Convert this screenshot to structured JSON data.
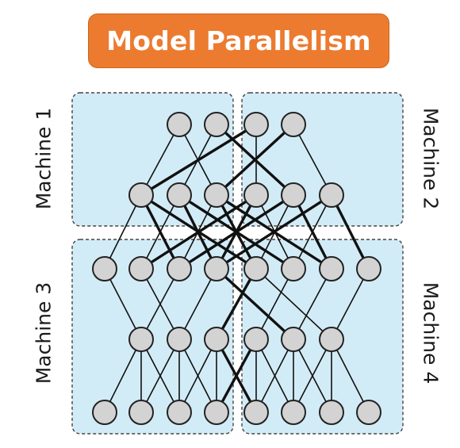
{
  "title": "Model Parallelism",
  "machines": [
    {
      "label": "Machine 1"
    },
    {
      "label": "Machine 2"
    },
    {
      "label": "Machine 3"
    },
    {
      "label": "Machine 4"
    }
  ],
  "colors": {
    "banner": "#ec7b30",
    "machine_fill": "#d2ecf7",
    "machine_border": "#444444",
    "node_fill": "#d3d3d3",
    "node_stroke": "#222222",
    "edge": "#111111"
  },
  "network": {
    "layer_node_counts": [
      4,
      6,
      8,
      6,
      8
    ],
    "machine_grouping": "2x2 grid: top-left, top-right, bottom-left, bottom-right",
    "edge_style": "cross-machine edges drawn thicker"
  }
}
